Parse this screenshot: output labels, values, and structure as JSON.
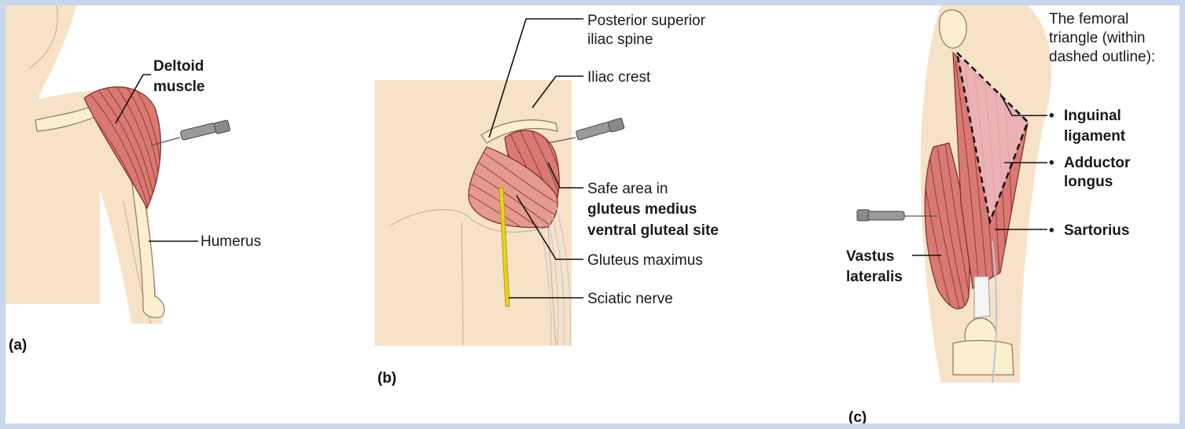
{
  "panel_a": {
    "caption": "(a)",
    "deltoid_line1": "Deltoid",
    "deltoid_line2": "muscle",
    "humerus": "Humerus"
  },
  "panel_b": {
    "caption": "(b)",
    "psis_line1": "Posterior superior",
    "psis_line2": "iliac spine",
    "iliac_crest": "Iliac crest",
    "safe_line1": "Safe area in",
    "safe_line2": "gluteus medius",
    "safe_line3": "ventral gluteal site",
    "gluteus_maximus": "Gluteus maximus",
    "sciatic_nerve": "Sciatic nerve"
  },
  "panel_c": {
    "caption": "(c)",
    "femoral_line1": "The femoral",
    "femoral_line2": "triangle (within",
    "femoral_line3": "dashed outline):",
    "bullet": "•",
    "inguinal_line1": "Inguinal",
    "inguinal_line2": "ligament",
    "adductor_line1": "Adductor",
    "adductor_line2": "longus",
    "sartorius": "Sartorius",
    "vastus_line1": "Vastus",
    "vastus_line2": "lateralis"
  },
  "colors": {
    "border": "#c9d7ee",
    "skin": "#f8e2c7",
    "muscle": "#d97a72",
    "nerve": "#e8d21a"
  }
}
